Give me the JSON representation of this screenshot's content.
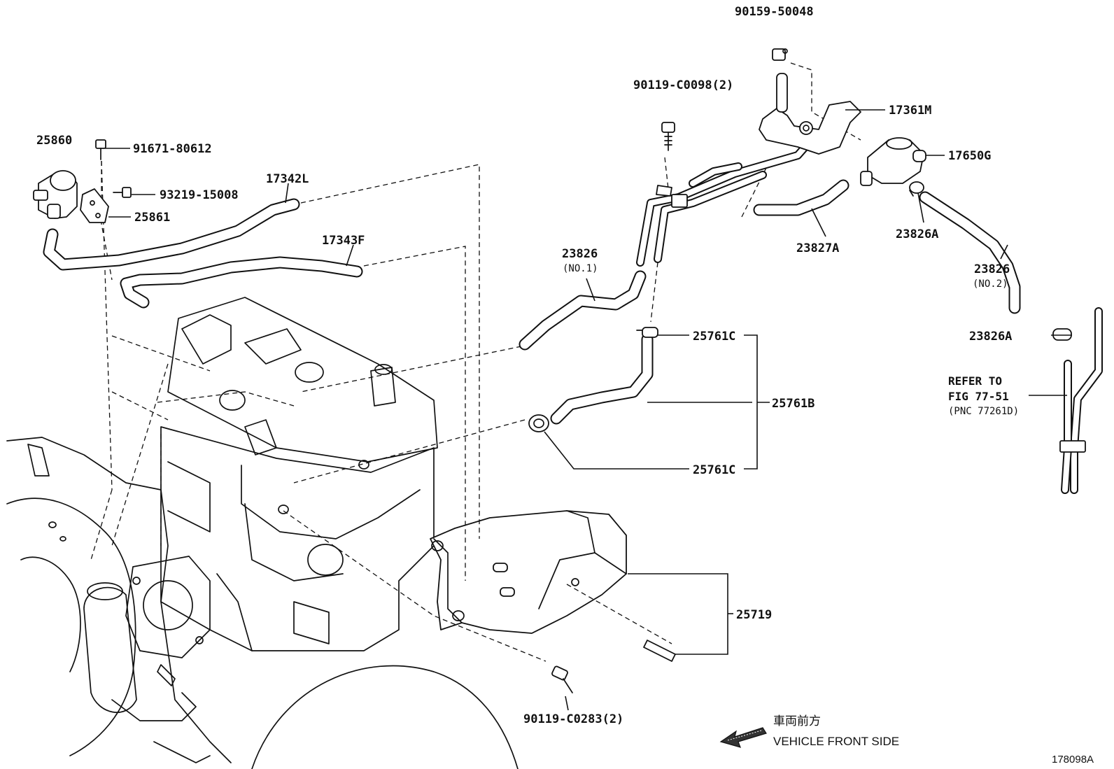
{
  "labels": {
    "p25860": "25860",
    "p91671": "91671-80612",
    "p93219": "93219-15008",
    "p25861": "25861",
    "p17342L": "17342L",
    "p17343F": "17343F",
    "p90119_c0098": "90119-C0098(2)",
    "p90159": "90159-50048",
    "p17361M": "17361M",
    "p17650G": "17650G",
    "p23827A": "23827A",
    "p23826A_top": "23826A",
    "p23826_no2": "23826",
    "p23826_no2_sub": "(NO.2)",
    "p23826_no1": "23826",
    "p23826_no1_sub": "(NO.1)",
    "p25761C_top": "25761C",
    "p25761B": "25761B",
    "p25761C_bottom": "25761C",
    "p23826A_right": "23826A",
    "p25719": "25719",
    "p90119_c0283": "90119-C0283(2)"
  },
  "reference": {
    "line1": "REFER TO",
    "line2": "FIG 77-51",
    "line3": "(PNC 77261D)"
  },
  "direction": {
    "japanese": "車両前方",
    "english": "VEHICLE FRONT SIDE"
  },
  "figure_id": "178098A"
}
